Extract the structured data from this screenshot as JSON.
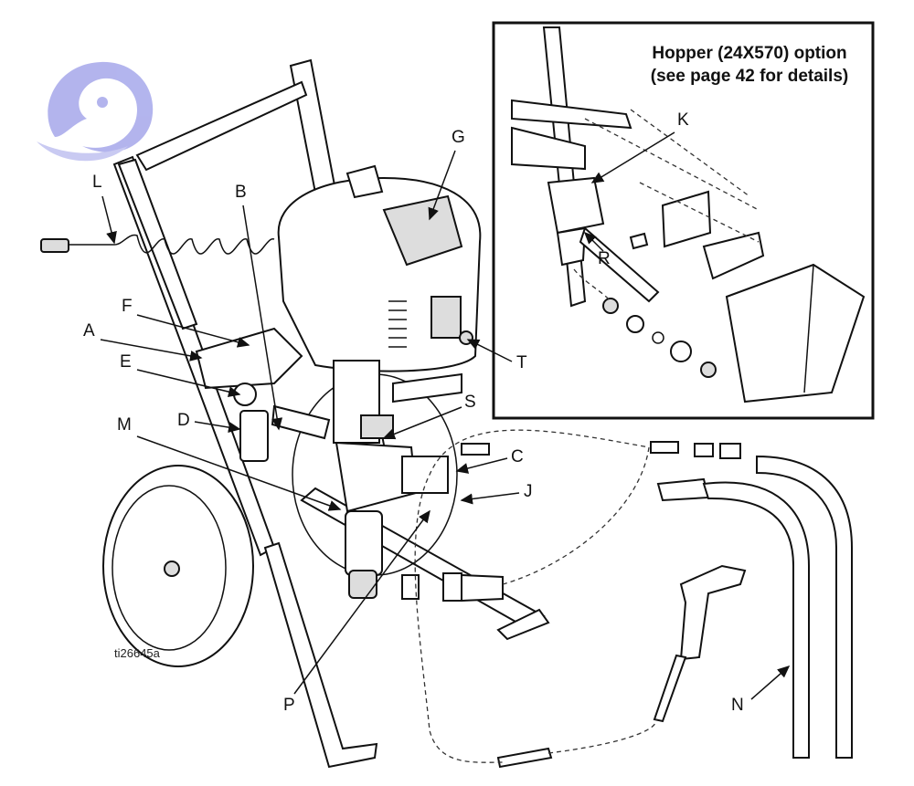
{
  "figure_id": "ti26645a",
  "inset": {
    "title_line1": "Hopper (24X570) option",
    "title_line2": "(see page 42 for details)"
  },
  "callouts": [
    "L",
    "B",
    "G",
    "F",
    "A",
    "E",
    "D",
    "M",
    "S",
    "C",
    "J",
    "P",
    "T",
    "N",
    "K",
    "R"
  ],
  "colors": {
    "line": "#111111",
    "logo": "#8a8ce0"
  }
}
